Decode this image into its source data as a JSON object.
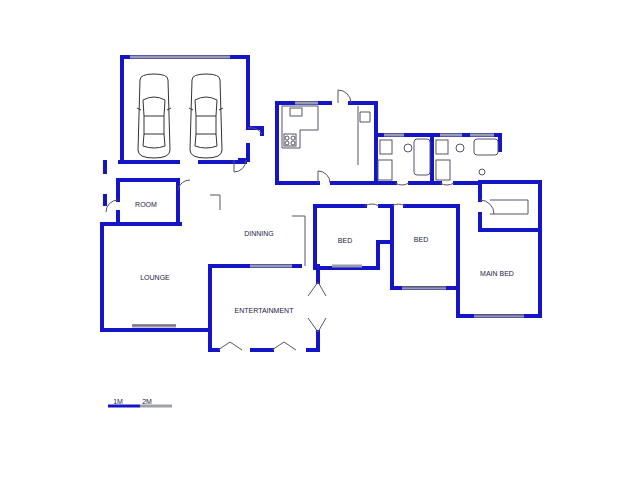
{
  "diagram": {
    "labels": [
      "ROOM",
      "LOUNGE",
      "DINNING",
      "BED",
      "BED",
      "MAIN BED",
      "ENTERTAINMENT",
      "1M",
      "2M"
    ]
  }
}
